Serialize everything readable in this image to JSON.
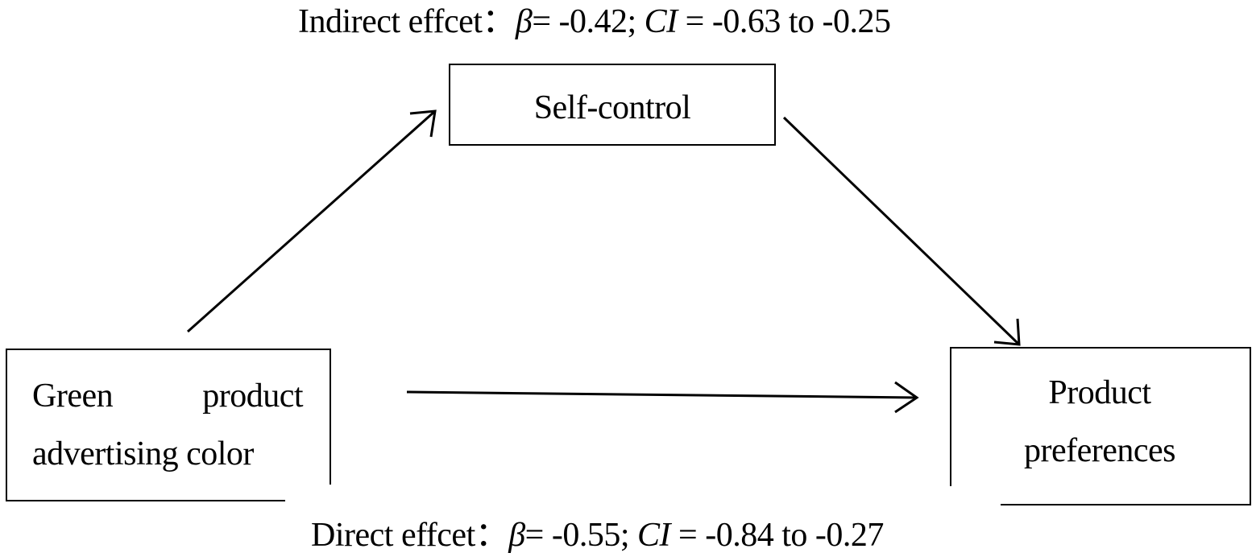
{
  "nodes": {
    "mediator": {
      "label": "Self-control"
    },
    "predictor": {
      "line1_word1": "Green",
      "line1_word2": "product",
      "line2": "advertising color"
    },
    "outcome": {
      "line1": "Product",
      "line2": "preferences"
    }
  },
  "effects": {
    "indirect": {
      "prefix": "Indirect effcet：",
      "beta_symbol": "β",
      "beta_text": "= -0.42; ",
      "ci_symbol": "CI",
      "ci_text": " = -0.63 to -0.25"
    },
    "direct": {
      "prefix": "Direct effcet：",
      "beta_symbol": "β",
      "beta_text": "= -0.55; ",
      "ci_symbol": "CI",
      "ci_text": " = -0.84 to -0.27"
    }
  },
  "colors": {
    "stroke": "#000000",
    "background": "#ffffff"
  }
}
